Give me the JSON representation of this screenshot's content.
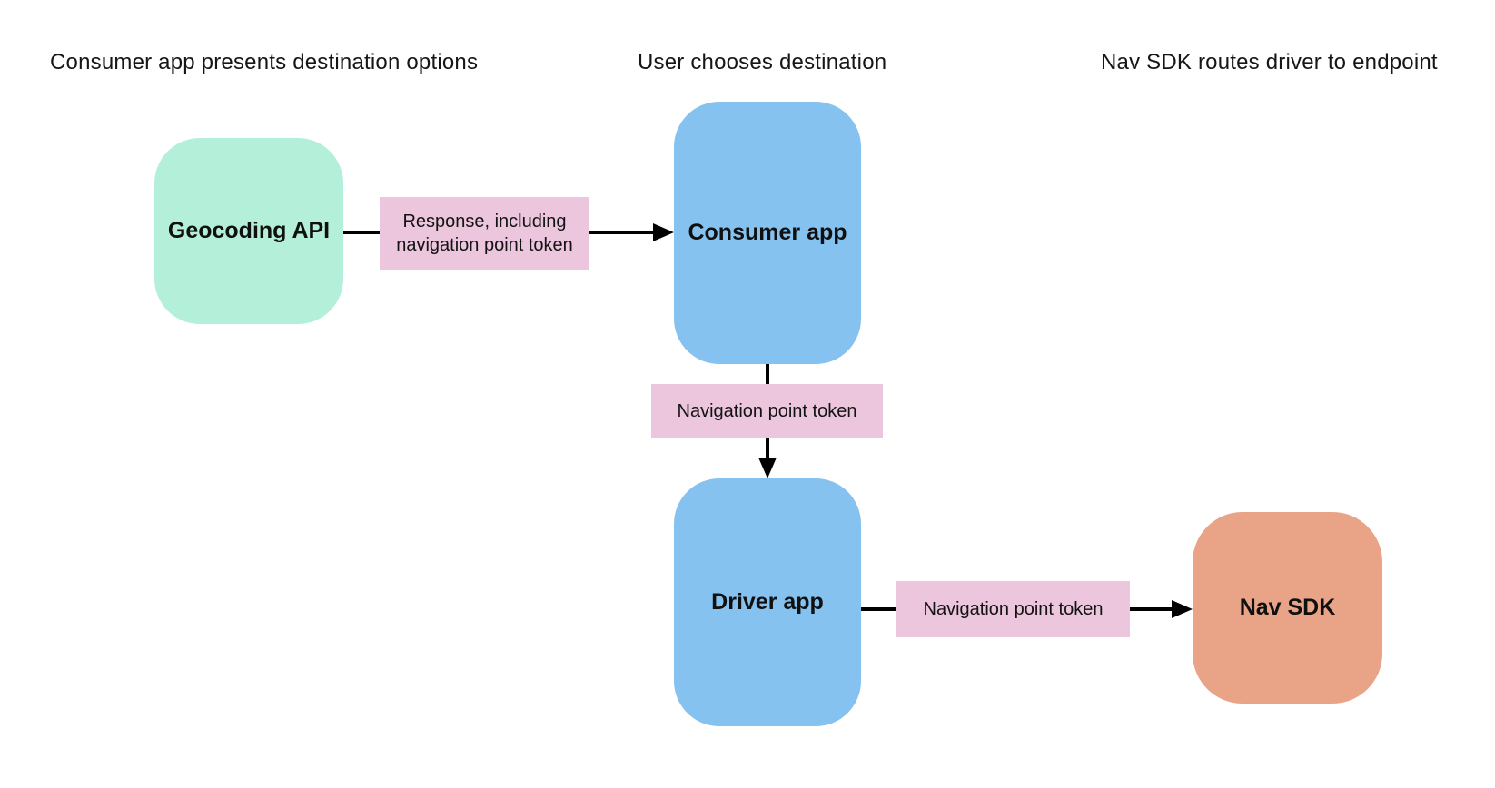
{
  "diagram": {
    "type": "flowchart",
    "background": "#ffffff",
    "headers": [
      {
        "text": "Consumer app presents destination options"
      },
      {
        "text": "User chooses destination"
      },
      {
        "text": "Nav SDK routes driver to endpoint"
      }
    ],
    "nodes": {
      "geocoding": {
        "label": "Geocoding API",
        "fill": "#b3efd9"
      },
      "consumer": {
        "label": "Consumer app",
        "fill": "#85c2f0"
      },
      "driver": {
        "label": "Driver app",
        "fill": "#85c2f0"
      },
      "navsdk": {
        "label": "Nav SDK",
        "fill": "#e9a487"
      }
    },
    "edge_labels": {
      "response": {
        "text": "Response, including navigation point token",
        "fill": "#ecc6dd"
      },
      "token1": {
        "text": "Navigation point token",
        "fill": "#ecc6dd"
      },
      "token2": {
        "text": "Navigation point token",
        "fill": "#ecc6dd"
      }
    },
    "edges": [
      {
        "from": "geocoding",
        "to": "consumer",
        "label": "Response, including navigation point token",
        "direction": "right"
      },
      {
        "from": "consumer",
        "to": "driver",
        "label": "Navigation point token",
        "direction": "down"
      },
      {
        "from": "driver",
        "to": "navsdk",
        "label": "Navigation point token",
        "direction": "right"
      }
    ],
    "colors": {
      "arrow": "#000000",
      "text": "#161616"
    }
  }
}
